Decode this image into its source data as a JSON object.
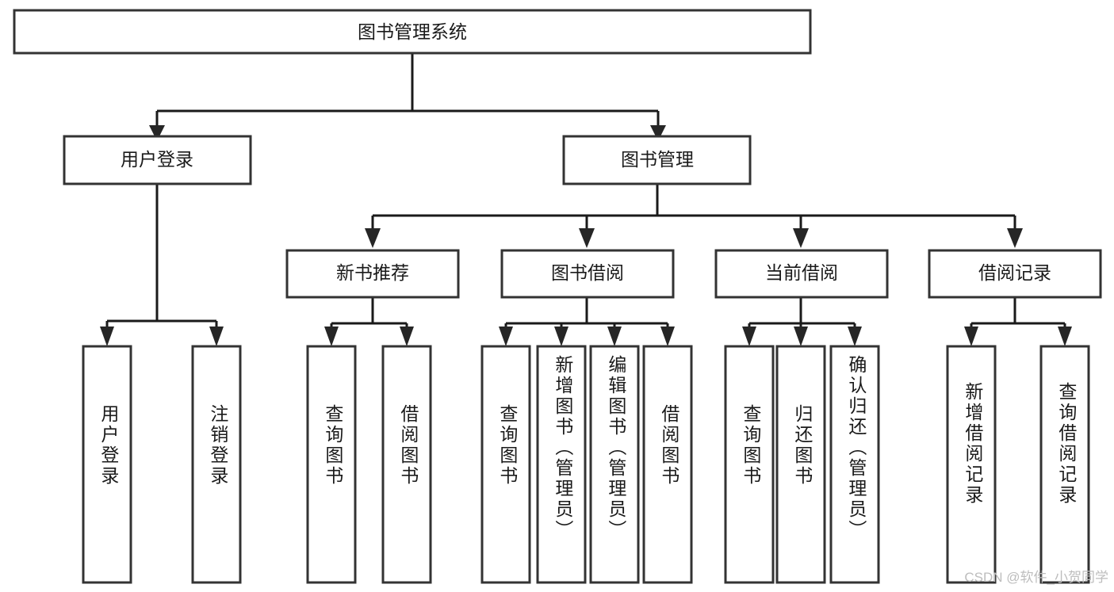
{
  "diagram": {
    "title": "图书管理系统",
    "type": "tree-hierarchy-chart",
    "orientation": "top-down",
    "colors": {
      "box_stroke": "#333333",
      "box_fill": "#ffffff",
      "connector": "#1a1a1a",
      "background": "#ffffff",
      "watermark": "#bdbdbd"
    },
    "nodes": {
      "root": {
        "label": "图书管理系统",
        "level": 1
      },
      "level2": [
        {
          "id": "user-login",
          "label": "用户登录"
        },
        {
          "id": "book-manage",
          "label": "图书管理"
        }
      ],
      "level3": [
        {
          "id": "new-book-recommend",
          "label": "新书推荐",
          "parent": "book-manage"
        },
        {
          "id": "book-borrow",
          "label": "图书借阅",
          "parent": "book-manage"
        },
        {
          "id": "current-borrow",
          "label": "当前借阅",
          "parent": "book-manage"
        },
        {
          "id": "borrow-record",
          "label": "借阅记录",
          "parent": "book-manage"
        }
      ],
      "leaves": [
        {
          "id": "leaf-user-login",
          "label": "用户登录",
          "parent": "user-login"
        },
        {
          "id": "leaf-user-logout",
          "label": "注销登录",
          "parent": "user-login"
        },
        {
          "id": "leaf-query-book-1",
          "label": "查询图书",
          "parent": "new-book-recommend"
        },
        {
          "id": "leaf-borrow-book-1",
          "label": "借阅图书",
          "parent": "new-book-recommend"
        },
        {
          "id": "leaf-query-book-2",
          "label": "查询图书",
          "parent": "book-borrow"
        },
        {
          "id": "leaf-add-book",
          "label": "新增图书（管理员）",
          "parent": "book-borrow"
        },
        {
          "id": "leaf-edit-book",
          "label": "编辑图书（管理员）",
          "parent": "book-borrow"
        },
        {
          "id": "leaf-borrow-book-2",
          "label": "借阅图书",
          "parent": "book-borrow"
        },
        {
          "id": "leaf-query-book-3",
          "label": "查询图书",
          "parent": "current-borrow"
        },
        {
          "id": "leaf-return-book",
          "label": "归还图书",
          "parent": "current-borrow"
        },
        {
          "id": "leaf-confirm-return",
          "label": "确认归还（管理员）",
          "parent": "current-borrow"
        },
        {
          "id": "leaf-add-record",
          "label": "新增借阅记录",
          "parent": "borrow-record"
        },
        {
          "id": "leaf-query-record",
          "label": "查询借阅记录",
          "parent": "borrow-record"
        }
      ]
    }
  },
  "watermark": {
    "text": "CSDN @软件_小贺同学"
  }
}
